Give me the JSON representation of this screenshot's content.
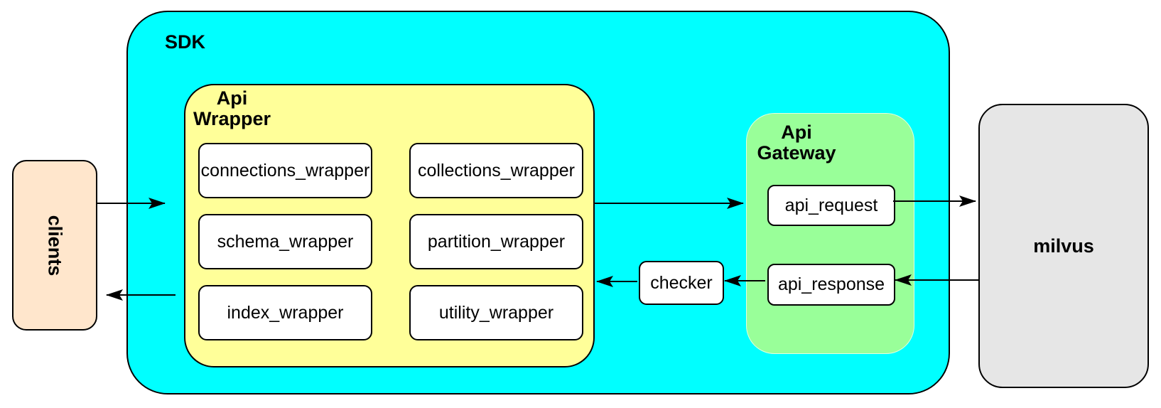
{
  "diagram": {
    "sdk": {
      "label": "SDK"
    },
    "api_wrapper": {
      "label": "Api\nWrapper",
      "nodes": [
        "connections_wrapper",
        "collections_wrapper",
        "schema_wrapper",
        "partition_wrapper",
        "index_wrapper",
        "utility_wrapper"
      ]
    },
    "api_gateway": {
      "label": "Api\nGateway",
      "request": "api_request",
      "response": "api_response"
    },
    "checker": {
      "label": "checker"
    },
    "clients": {
      "label": "clients"
    },
    "milvus": {
      "label": "milvus"
    },
    "colors": {
      "sdk-fill": "#00ffff",
      "wrapper-fill": "#ffff99",
      "gateway-fill": "#99ff99",
      "clients-fill": "#ffe6cc",
      "milvus-fill": "#e6e6e6",
      "node-fill": "#ffffff",
      "line": "#000000"
    }
  }
}
